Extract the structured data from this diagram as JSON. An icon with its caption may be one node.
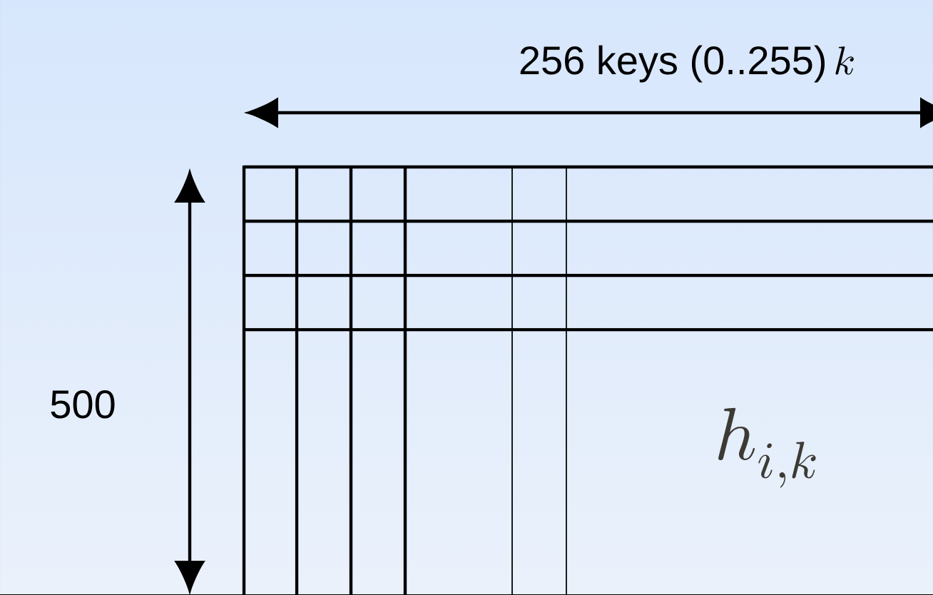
{
  "diagram": {
    "labels": [
      "256 keys (0..255)",
      "k",
      "500",
      "h_{i,k}"
    ]
  }
}
